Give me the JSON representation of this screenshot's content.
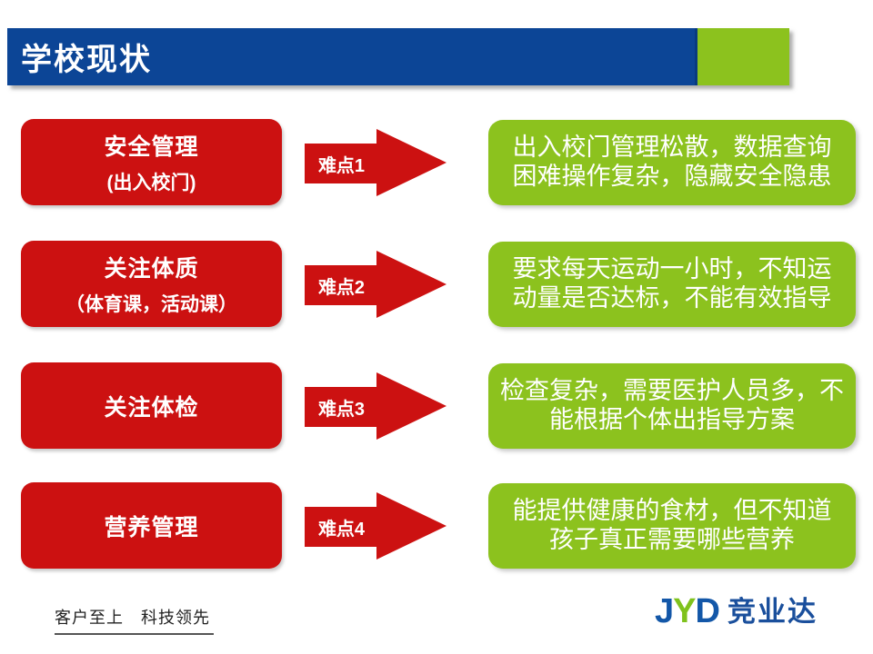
{
  "slide": {
    "title": "学校现状",
    "rows": [
      {
        "box_title": "安全管理",
        "box_subtitle": "(出入校门)",
        "arrow_label": "难点1",
        "description_lines": [
          "出入校门管理松散，数据查询",
          "困难操作复杂，隐藏安全隐患"
        ]
      },
      {
        "box_title": "关注体质",
        "box_subtitle": "（体育课，活动课）",
        "arrow_label": "难点2",
        "description_lines": [
          "要求每天运动一小时，不知运",
          "动量是否达标，不能有效指导"
        ]
      },
      {
        "box_title": "关注体检",
        "box_subtitle": "",
        "arrow_label": "难点3",
        "description_lines": [
          "检查复杂，需要医护人员多，不",
          "能根据个体出指导方案"
        ]
      },
      {
        "box_title": "营养管理",
        "box_subtitle": "",
        "arrow_label": "难点4",
        "description_lines": [
          "能提供健康的食材，但不知道",
          "孩子真正需要哪些营养"
        ]
      }
    ],
    "footer": {
      "motto": "客户至上　科技领先",
      "logo_letters": [
        "J",
        "Y",
        "D"
      ],
      "logo_cn": "竞业达"
    },
    "colors": {
      "header_blue": "#0c4596",
      "accent_green": "#8cc21e",
      "box_red": "#cc1111",
      "logo_blue": "#1357a8",
      "logo_green": "#7fc21c"
    }
  }
}
